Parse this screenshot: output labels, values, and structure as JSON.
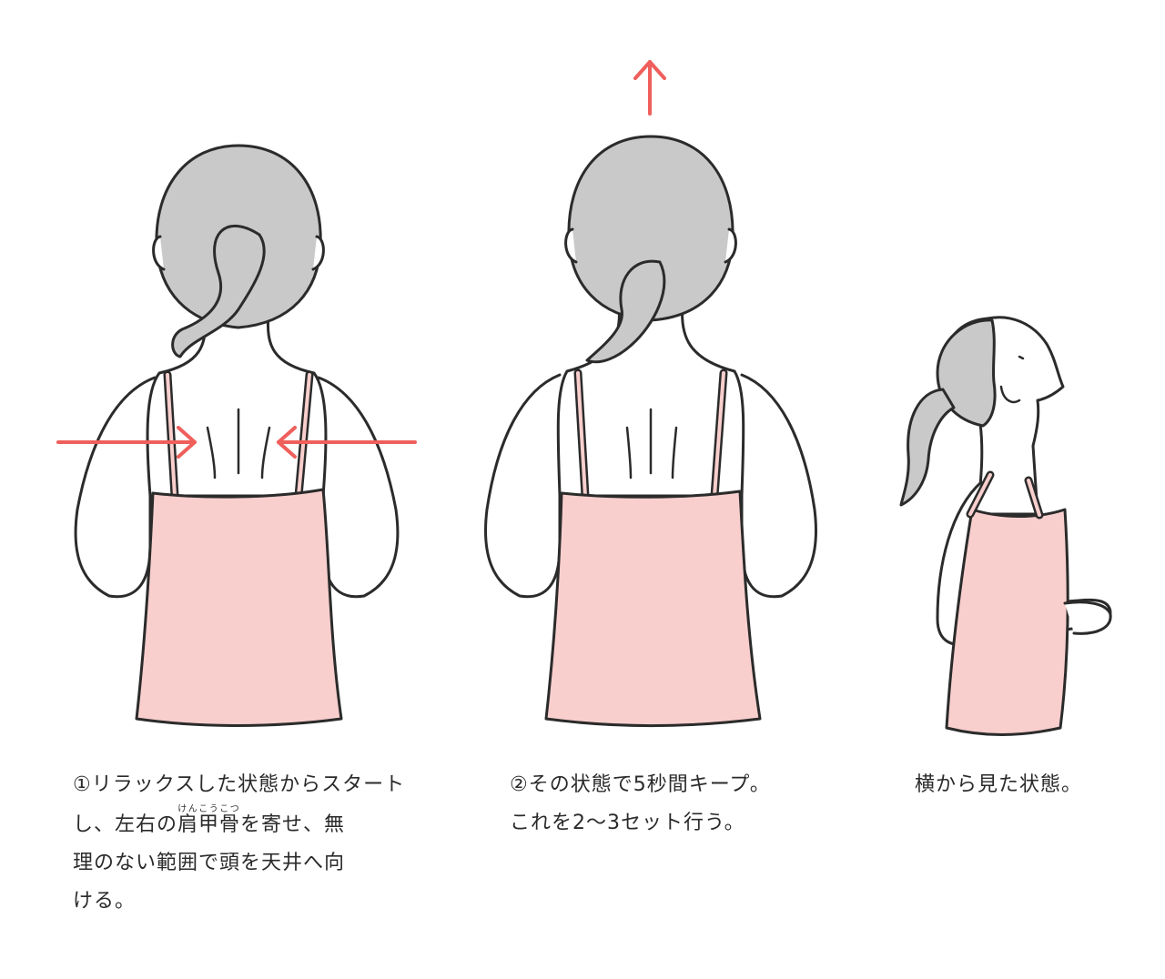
{
  "colors": {
    "arrow": "#ef5f5b",
    "hair": "#c9c9c9",
    "camisole": "#f8cfcd",
    "line": "#2b2b2b",
    "skin": "#ffffff"
  },
  "captions": [
    {
      "number": "①",
      "lines": [
        "リラックスした状態からスタート",
        "し、左右の",
        "を寄せ、無",
        "理のない範囲で頭を天井へ向",
        "ける。"
      ],
      "ruby_word": "肩甲骨",
      "ruby_reading": "けんこうこつ"
    },
    {
      "number": "②",
      "lines": [
        "その状態で5秒間キープ。",
        "これを2〜3セット行う。"
      ]
    },
    {
      "lines": [
        "横から見た状態。"
      ]
    }
  ],
  "icons": {
    "arrow_right": "arrow-right-icon",
    "arrow_left": "arrow-left-icon",
    "arrow_up": "arrow-up-icon"
  }
}
